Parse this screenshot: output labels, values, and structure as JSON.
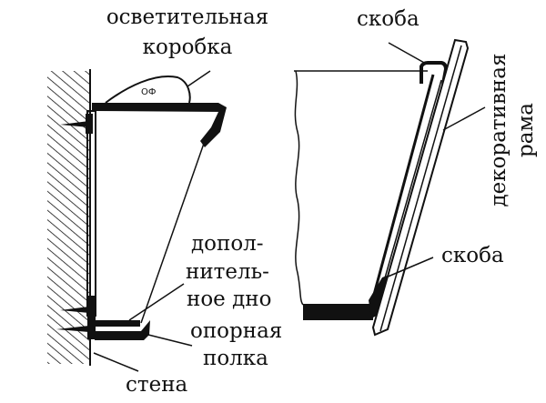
{
  "labels": {
    "lighting_box": [
      "осветительная",
      "коробка"
    ],
    "extra_bottom": [
      "допол-",
      "нитель-",
      "ное дно"
    ],
    "support_shelf": [
      "опорная",
      "полка"
    ],
    "wall": "стена",
    "bracket_top": "скоба",
    "bracket_bottom": "скоба",
    "decorative_frame": [
      "декоративная",
      "рама"
    ]
  },
  "colors": {
    "ink": "#111111",
    "background": "#ffffff"
  }
}
